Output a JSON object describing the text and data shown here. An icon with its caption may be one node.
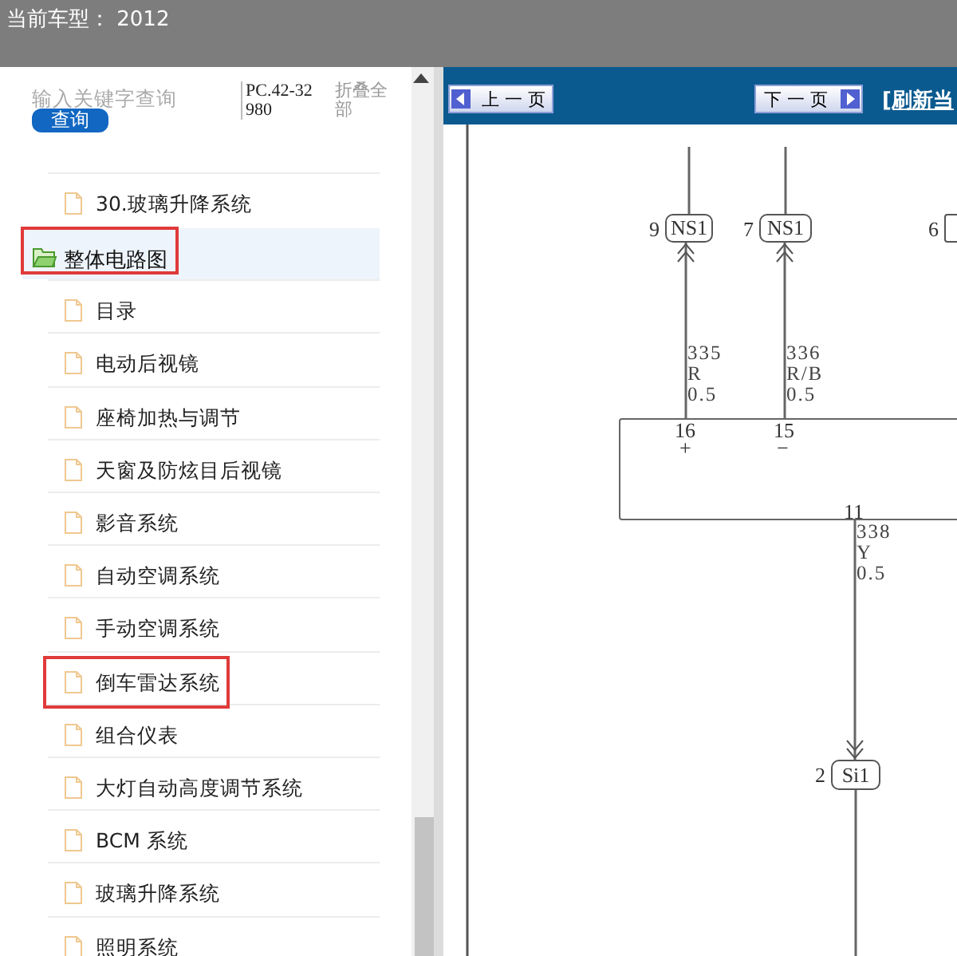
{
  "diagram": {
    "title": "当前车型： 2012",
    "nodes": [
      {
        "text": [
          "NS1"
        ],
        "beside": [
          "9"
        ]
      },
      {
        "text": [
          "NS1"
        ],
        "beside": [
          "7"
        ]
      },
      {
        "text": [],
        "shape": "box",
        "beside": [
          "6"
        ]
      },
      {
        "text": [],
        "shape": "box"
      },
      {
        "text": [
          "Si1"
        ],
        "beside": [
          "2"
        ]
      }
    ],
    "edges": [
      {
        "from": 3,
        "to": 0,
        "arrow": "to",
        "label": "335 R 0.5"
      },
      {
        "from": 3,
        "to": 1,
        "arrow": "to",
        "label": "336 R/B 0.5"
      },
      {
        "from": 3,
        "to": 4,
        "arrow": "to",
        "label": "338 Y 0.5"
      },
      {
        "from": 0,
        "to": null,
        "arrow": "none"
      },
      {
        "from": 1,
        "to": null,
        "arrow": "none"
      },
      {
        "from": 4,
        "to": null,
        "arrow": "none"
      }
    ],
    "labels": [
      "输入关键字查询",
      "查询",
      "PC.42-32980",
      "折叠全部",
      "30.玻璃升降系统",
      "整体电路图",
      "目录",
      "电动后视镜",
      "座椅加热与调节",
      "天窗及防炫目后视镜",
      "影音系统",
      "自动空调系统",
      "手动空调系统",
      "倒车雷达系统",
      "组合仪表",
      "大灯自动高度调节系统",
      "BCM 系统",
      "玻璃升降系统",
      "照明系统",
      "上 一 页",
      "下 一 页",
      "[刷新当",
      "16",
      "+",
      "15",
      "−",
      "11"
    ]
  }
}
